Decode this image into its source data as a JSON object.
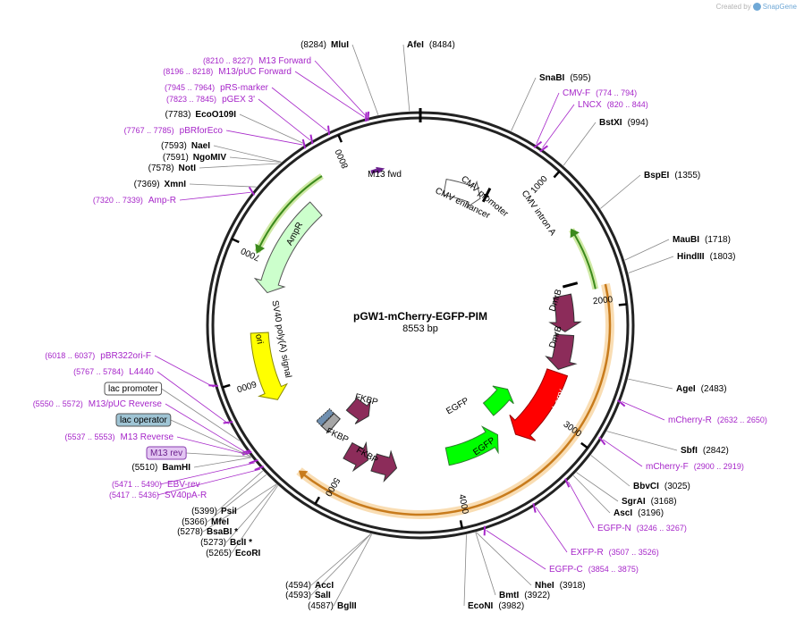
{
  "credit": {
    "prefix": "Created by",
    "brand": "SnapGene"
  },
  "map": {
    "name": "pGW1-mCherry-EGFP-PIM",
    "length_label": "8553 bp",
    "total_bp": 8553
  },
  "ticks": [
    "1000",
    "2000",
    "3000",
    "4000",
    "5000",
    "6000",
    "7000",
    "8000"
  ],
  "colors": {
    "backbone": "#222222",
    "primer": "#a626c9",
    "orange_track": "#f0a24a",
    "ampr": "#ccffcc",
    "ori": "#ffff00",
    "dmrb": "#8c2c5a",
    "fkbp": "#8c2c5a",
    "mcherry": "#ff0000",
    "egfp": "#00ff00",
    "cmv_enh": "#ffffff",
    "sv40": "#999999"
  },
  "features": [
    {
      "name": "CMV enhancer"
    },
    {
      "name": "CMV promoter"
    },
    {
      "name": "CMV intron A"
    },
    {
      "name": "DmrB"
    },
    {
      "name": "DmrB"
    },
    {
      "name": "mCherry"
    },
    {
      "name": "EGFP"
    },
    {
      "name": "EGFP"
    },
    {
      "name": "FKBP"
    },
    {
      "name": "FKBP"
    },
    {
      "name": "FKBP"
    },
    {
      "name": "SV40 poly(A) signal"
    },
    {
      "name": "ori"
    },
    {
      "name": "AmpR"
    },
    {
      "name": "M13 fwd"
    }
  ],
  "enzymes": [
    {
      "name": "MluI",
      "pos": "(8284)"
    },
    {
      "name": "AfeI",
      "pos": "(8484)"
    },
    {
      "name": "SnaBI",
      "pos": "(595)"
    },
    {
      "name": "BstXI",
      "pos": "(994)"
    },
    {
      "name": "BspEI",
      "pos": "(1355)"
    },
    {
      "name": "MauBI",
      "pos": "(1718)"
    },
    {
      "name": "HindIII",
      "pos": "(1803)"
    },
    {
      "name": "AgeI",
      "pos": "(2483)"
    },
    {
      "name": "SbfI",
      "pos": "(2842)"
    },
    {
      "name": "BbvCI",
      "pos": "(3025)"
    },
    {
      "name": "SgrAI",
      "pos": "(3168)"
    },
    {
      "name": "AscI",
      "pos": "(3196)"
    },
    {
      "name": "NheI",
      "pos": "(3918)"
    },
    {
      "name": "BmtI",
      "pos": "(3922)"
    },
    {
      "name": "EcoNI",
      "pos": "(3982)"
    },
    {
      "name": "AccI",
      "pos": "(4594)"
    },
    {
      "name": "SalI",
      "pos": "(4593)"
    },
    {
      "name": "BglII",
      "pos": "(4587)"
    },
    {
      "name": "PsiI",
      "pos": "(5399)"
    },
    {
      "name": "MfeI",
      "pos": "(5366)"
    },
    {
      "name": "BsaBI *",
      "pos": "(5278)"
    },
    {
      "name": "BclI *",
      "pos": "(5273)"
    },
    {
      "name": "EcoRI",
      "pos": "(5265)"
    },
    {
      "name": "BamHI",
      "pos": "(5510)"
    },
    {
      "name": "XmnI",
      "pos": "(7369)"
    },
    {
      "name": "NaeI",
      "pos": "(7593)"
    },
    {
      "name": "NgoMIV",
      "pos": "(7591)"
    },
    {
      "name": "NotI",
      "pos": "(7578)"
    },
    {
      "name": "EcoO109I",
      "pos": "(7783)"
    }
  ],
  "primers": [
    {
      "name": "M13 Forward",
      "range": "(8210 .. 8227)"
    },
    {
      "name": "M13/pUC Forward",
      "range": "(8196 .. 8218)"
    },
    {
      "name": "pRS-marker",
      "range": "(7945 .. 7964)"
    },
    {
      "name": "pGEX 3'",
      "range": "(7823 .. 7845)"
    },
    {
      "name": "pBRforEco",
      "range": "(7767 .. 7785)"
    },
    {
      "name": "Amp-R",
      "range": "(7320 .. 7339)"
    },
    {
      "name": "CMV-F",
      "range": "(774 .. 794)"
    },
    {
      "name": "LNCX",
      "range": "(820 .. 844)"
    },
    {
      "name": "mCherry-R",
      "range": "(2632 .. 2650)"
    },
    {
      "name": "mCherry-F",
      "range": "(2900 .. 2919)"
    },
    {
      "name": "EGFP-N",
      "range": "(3246 .. 3267)"
    },
    {
      "name": "EXFP-R",
      "range": "(3507 .. 3526)"
    },
    {
      "name": "EGFP-C",
      "range": "(3854 .. 3875)"
    },
    {
      "name": "pBR322ori-F",
      "range": "(6018 .. 6037)"
    },
    {
      "name": "L4440",
      "range": "(5767 .. 5784)"
    },
    {
      "name": "M13/pUC Reverse",
      "range": "(5550 .. 5572)"
    },
    {
      "name": "M13 Reverse",
      "range": "(5537 .. 5553)"
    },
    {
      "name": "EBV-rev",
      "range": "(5471 .. 5490)"
    },
    {
      "name": "SV40pA-R",
      "range": "(5417 .. 5436)"
    }
  ],
  "boxed": [
    {
      "name": "lac promoter"
    },
    {
      "name": "lac operator"
    },
    {
      "name": "M13 rev"
    }
  ]
}
